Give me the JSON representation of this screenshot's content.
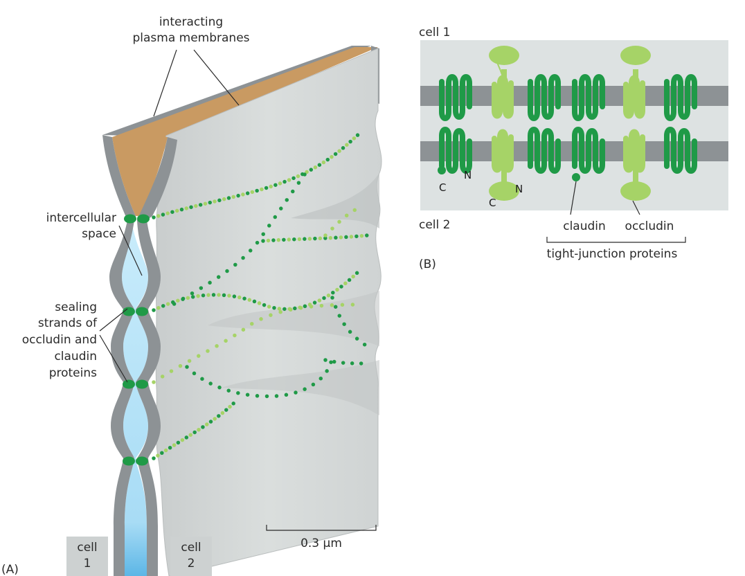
{
  "panel_a": {
    "panel_label": "(A)",
    "top_label_line1": "interacting",
    "top_label_line2": "plasma membranes",
    "space_label_line1": "intercellular",
    "space_label_line2": "space",
    "strands_label_line1": "sealing",
    "strands_label_line2": "strands of",
    "strands_label_line3": "occludin and",
    "strands_label_line4": "claudin",
    "strands_label_line5": "proteins",
    "cell1_line1": "cell",
    "cell1_line2": "1",
    "cell2_line1": "cell",
    "cell2_line2": "2",
    "scale_bar_label": "0.3 μm"
  },
  "panel_b": {
    "panel_label": "(B)",
    "cell1_label": "cell 1",
    "cell2_label": "cell 2",
    "terminal_c1": "C",
    "terminal_n1": "N",
    "terminal_c2": "C",
    "terminal_n2": "N",
    "claudin_label": "claudin",
    "occludin_label": "occludin",
    "bracket_label": "tight-junction proteins"
  },
  "colors": {
    "membrane_gray": "#8d9295",
    "wall_face": "#d4d8d8",
    "cytoplasm_tan": "#c99a62",
    "intercellular_blue": "#aee0f6",
    "claudin_green": "#1f9a47",
    "occludin_lightgreen": "#a6d367",
    "panel_b_bg": "#dde2e2"
  }
}
